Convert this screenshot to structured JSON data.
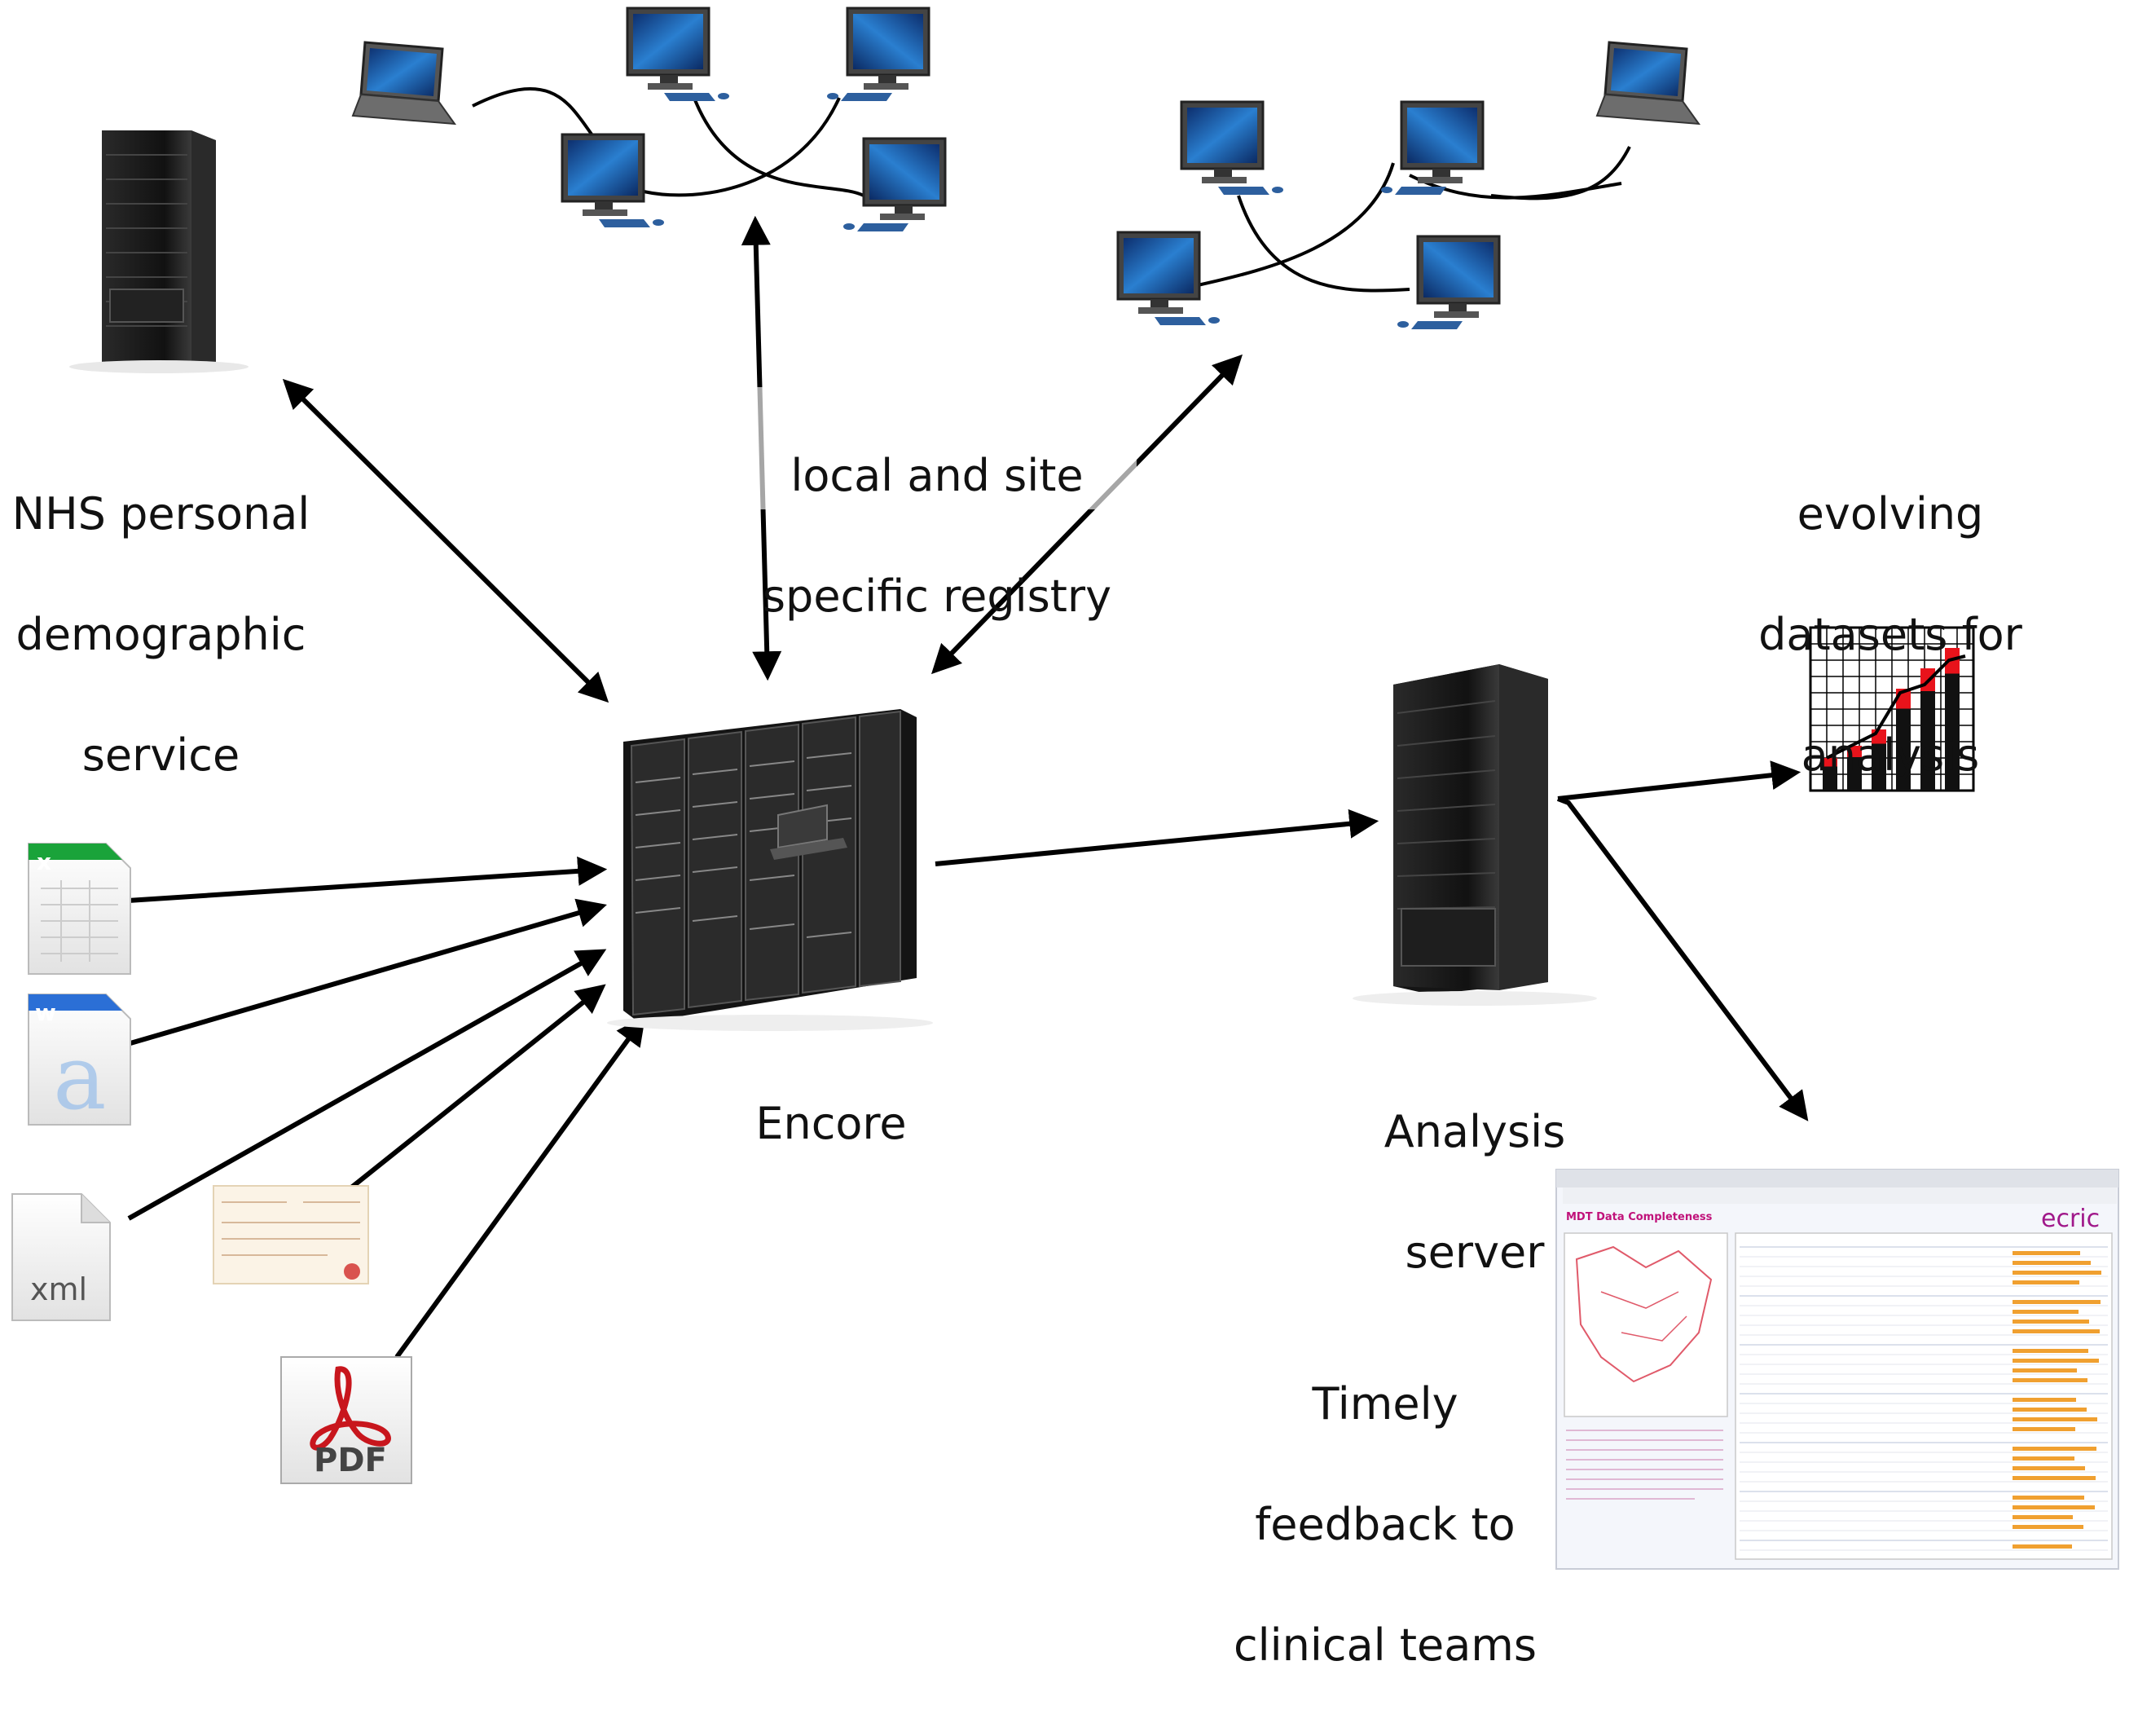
{
  "labels": {
    "nhs_service": [
      "NHS personal",
      "demographic",
      "service"
    ],
    "registry": [
      "local and site",
      "specific registry"
    ],
    "evolving": [
      "evolving",
      "datasets for",
      "analysis"
    ],
    "encore": "Encore",
    "analysis_server": [
      "Analysis",
      "server"
    ],
    "timely": [
      "Timely",
      "feedback to",
      "clinical teams"
    ]
  },
  "file_icons": {
    "xml": "xml",
    "pdf": "PDF"
  },
  "report": {
    "title": "MDT Data Completeness",
    "brand": "ecric"
  },
  "colors": {
    "arrow": "#000000",
    "screen": "#1e5ea8",
    "chart_bar_red": "#e8131b",
    "chart_bar_black": "#111111",
    "spreadsheet_green": "#1aa33a",
    "word_blue": "#2b6fd6",
    "pdf_red": "#c8161d",
    "report_title": "#c0127a"
  }
}
